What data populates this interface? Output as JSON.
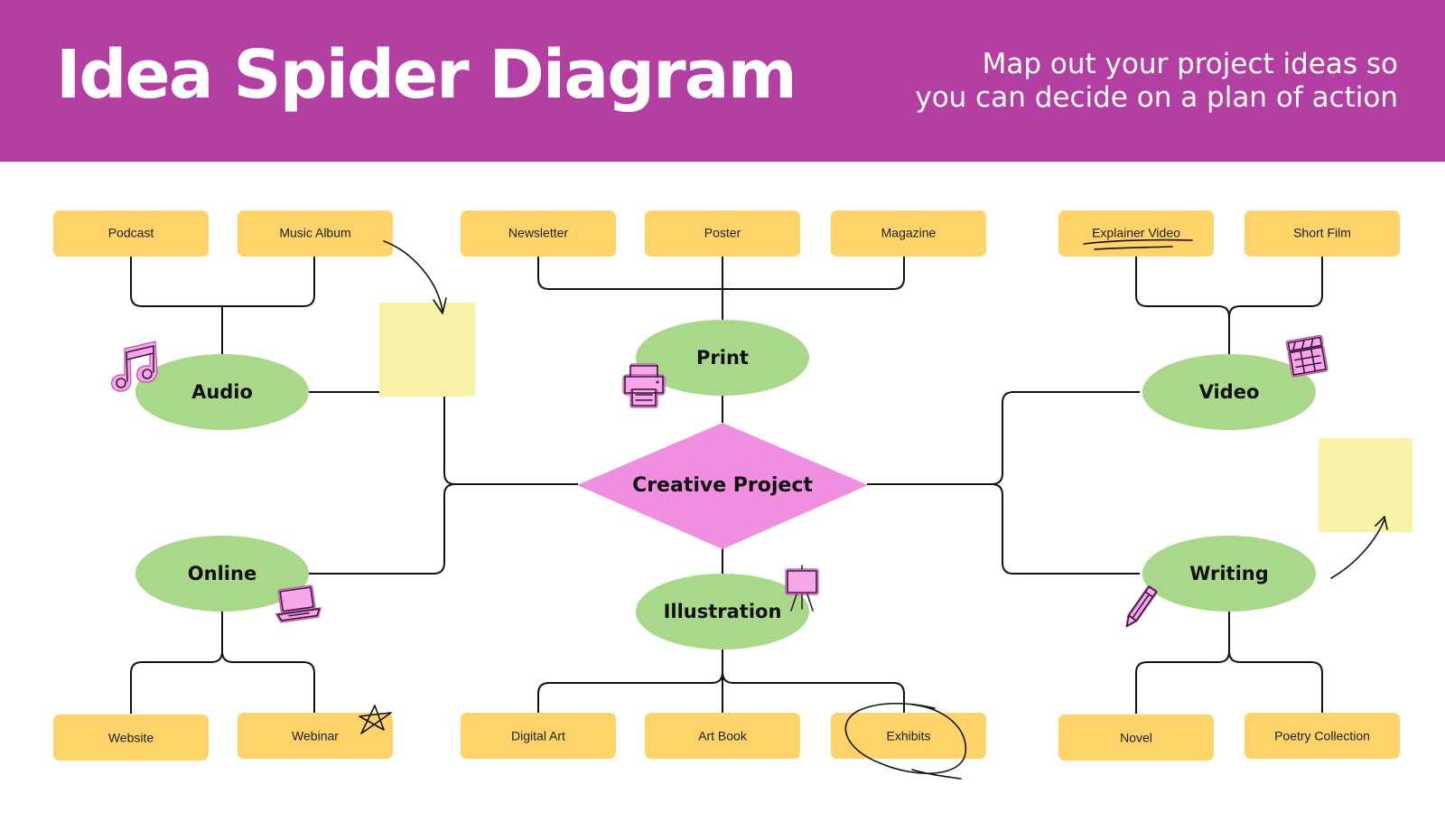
{
  "header": {
    "title": "Idea Spider Diagram",
    "subtitle_line1": "Map out your project ideas so",
    "subtitle_line2": "you can decide on a plan of action"
  },
  "colors": {
    "header_bg": "#b43fa2",
    "leaf_box": "#fdd36a",
    "category_node": "#a9d88a",
    "center_node": "#f08ee0",
    "sticky_note": "#f8f3a9",
    "sticker": "#f6a6ea"
  },
  "center": {
    "label": "Creative Project"
  },
  "categories": {
    "audio": {
      "label": "Audio",
      "items": [
        "Podcast",
        "Music Album"
      ],
      "icon": "music-note-icon"
    },
    "print": {
      "label": "Print",
      "items": [
        "Newsletter",
        "Poster",
        "Magazine"
      ],
      "icon": "printer-icon"
    },
    "video": {
      "label": "Video",
      "items": [
        "Explainer Video",
        "Short Film"
      ],
      "icon": "clapperboard-icon"
    },
    "online": {
      "label": "Online",
      "items": [
        "Website",
        "Webinar"
      ],
      "icon": "laptop-icon"
    },
    "illustration": {
      "label": "Illustration",
      "items": [
        "Digital Art",
        "Art Book",
        "Exhibits"
      ],
      "icon": "easel-icon"
    },
    "writing": {
      "label": "Writing",
      "items": [
        "Novel",
        "Poetry Collection"
      ],
      "icon": "pencil-icon"
    }
  }
}
